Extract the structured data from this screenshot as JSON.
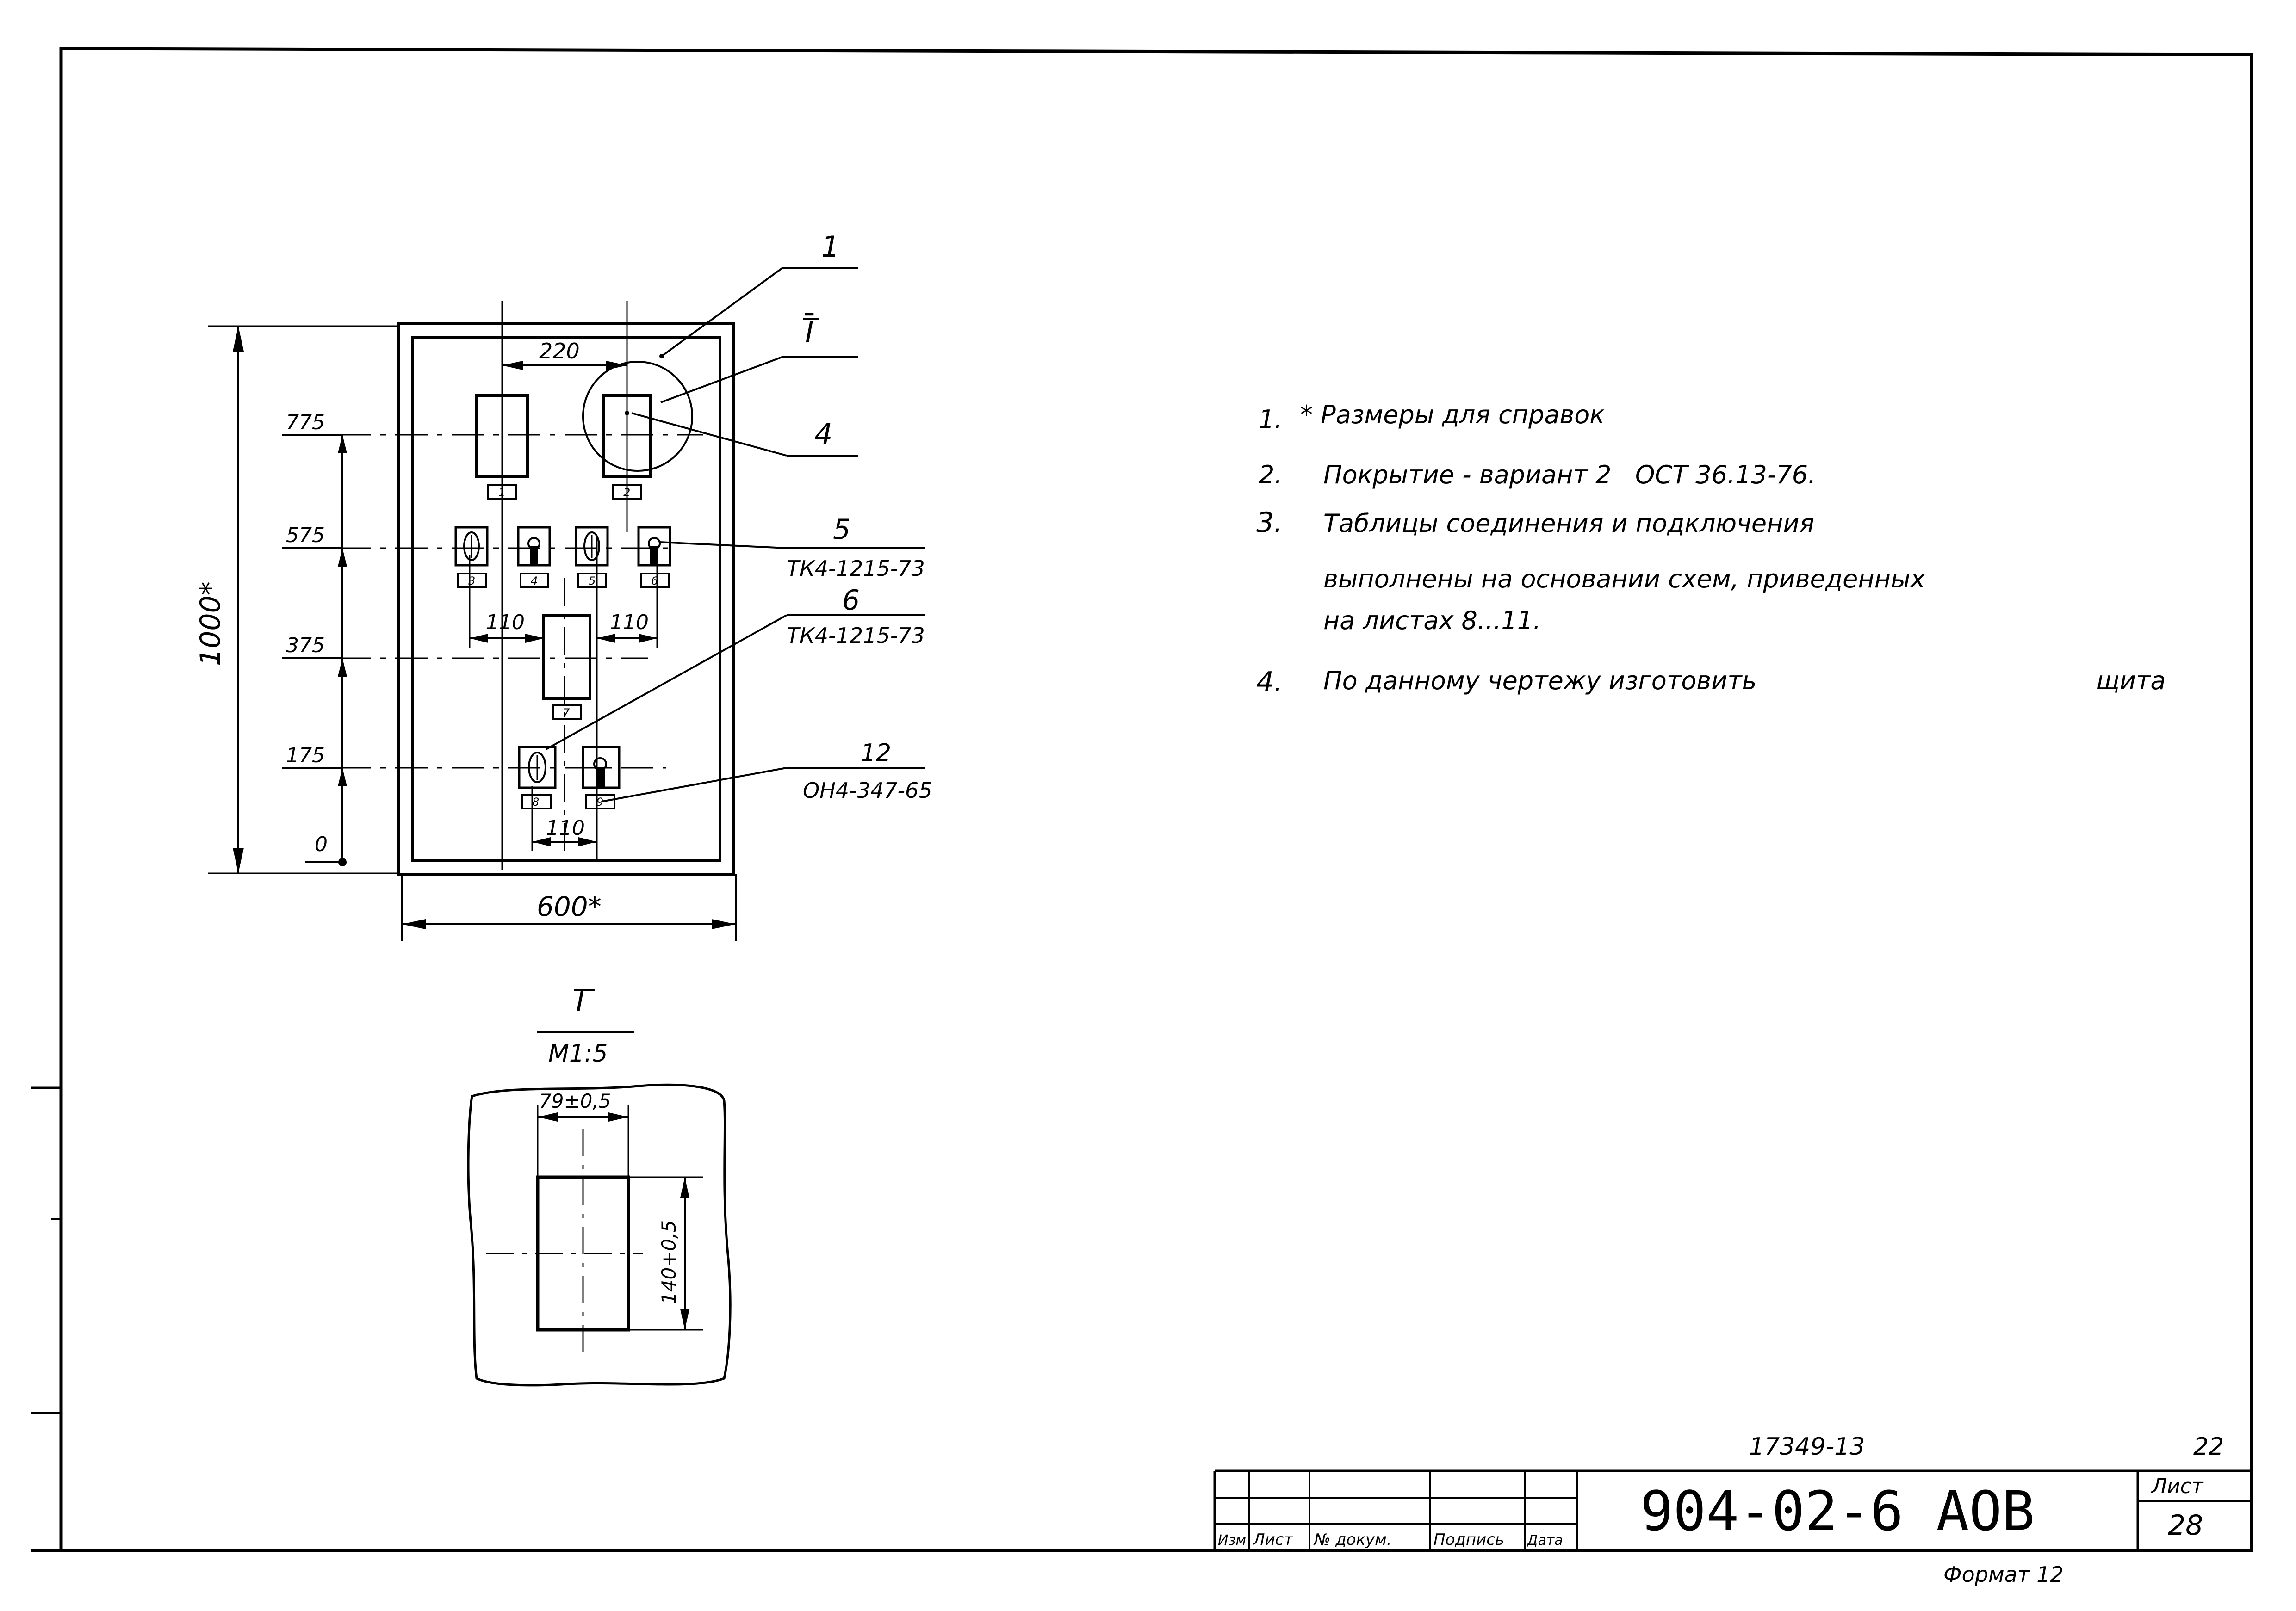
{
  "drawing": {
    "leaders": {
      "item1": "1",
      "detail": "I",
      "item4": "4",
      "item5": "5",
      "item5_type": "ТК4-1215-73",
      "item6": "6",
      "item6_type": "ТК4-1215-73",
      "item12": "12",
      "item12_type": "ОН4-347-65"
    },
    "dims": {
      "height": "1000*",
      "width": "600*",
      "spacing_top": "220",
      "spacing_left": "110",
      "spacing_right": "110",
      "spacing_bottom": "110",
      "level_775": "775",
      "level_575": "575",
      "level_375": "375",
      "level_175": "175",
      "level_0": "0"
    },
    "positions": [
      "1",
      "2",
      "3",
      "4",
      "5",
      "6",
      "7",
      "8",
      "9"
    ]
  },
  "detail": {
    "title": "I",
    "scale": "М1:5",
    "width_dim": "79±0,5",
    "height_dim": "140+0,5"
  },
  "notes": [
    {
      "num": "1.",
      "text": "* Размеры для справок"
    },
    {
      "num": "2.",
      "text": "Покрытие - вариант 2   ОСТ 36.13-76."
    },
    {
      "num": "3.",
      "text": "Таблицы соединения и подключения"
    },
    {
      "num": "",
      "text": "выполнены на основании схем, приведенных"
    },
    {
      "num": "",
      "text": "на листах 8...11."
    },
    {
      "num": "4.",
      "text": "По данному чертежу изготовить",
      "suffix": "щита"
    }
  ],
  "title_block": {
    "inventory": "17349-13",
    "page_number": "22",
    "designation": "904-02-6 АОВ",
    "sheet_label": "Лист",
    "sheet_value": "28",
    "format": "Формат 12",
    "columns": [
      "Изм",
      "Лист",
      "№ докум.",
      "Подпись",
      "Дата"
    ]
  }
}
